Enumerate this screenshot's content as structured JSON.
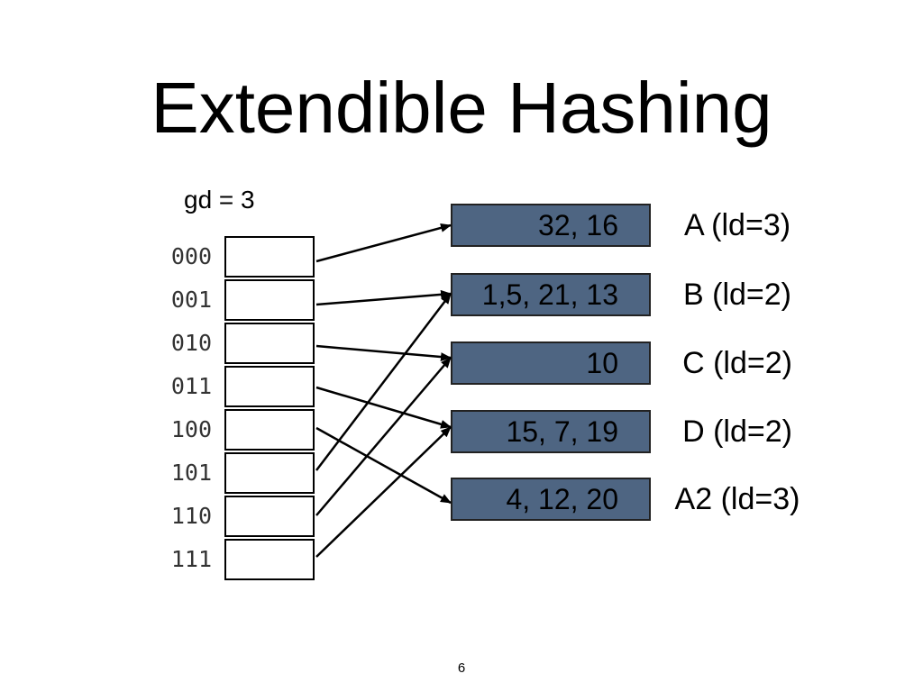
{
  "title": "Extendible Hashing",
  "global_depth_label": "gd = 3",
  "directory": [
    {
      "bits": "000",
      "bucket": 0
    },
    {
      "bits": "001",
      "bucket": 1
    },
    {
      "bits": "010",
      "bucket": 2
    },
    {
      "bits": "011",
      "bucket": 3
    },
    {
      "bits": "100",
      "bucket": 4
    },
    {
      "bits": "101",
      "bucket": 1
    },
    {
      "bits": "110",
      "bucket": 2
    },
    {
      "bits": "111",
      "bucket": 3
    }
  ],
  "buckets": [
    {
      "contents": "32, 16",
      "label": "A (ld=3)"
    },
    {
      "contents": "1,5, 21, 13",
      "label": "B (ld=2)"
    },
    {
      "contents": "10",
      "label": "C (ld=2)"
    },
    {
      "contents": "15, 7, 19",
      "label": "D (ld=2)"
    },
    {
      "contents": "4, 12, 20",
      "label": "A2 (ld=3)"
    }
  ],
  "bucket_fill_color": "#4e6582",
  "page_number": "6"
}
